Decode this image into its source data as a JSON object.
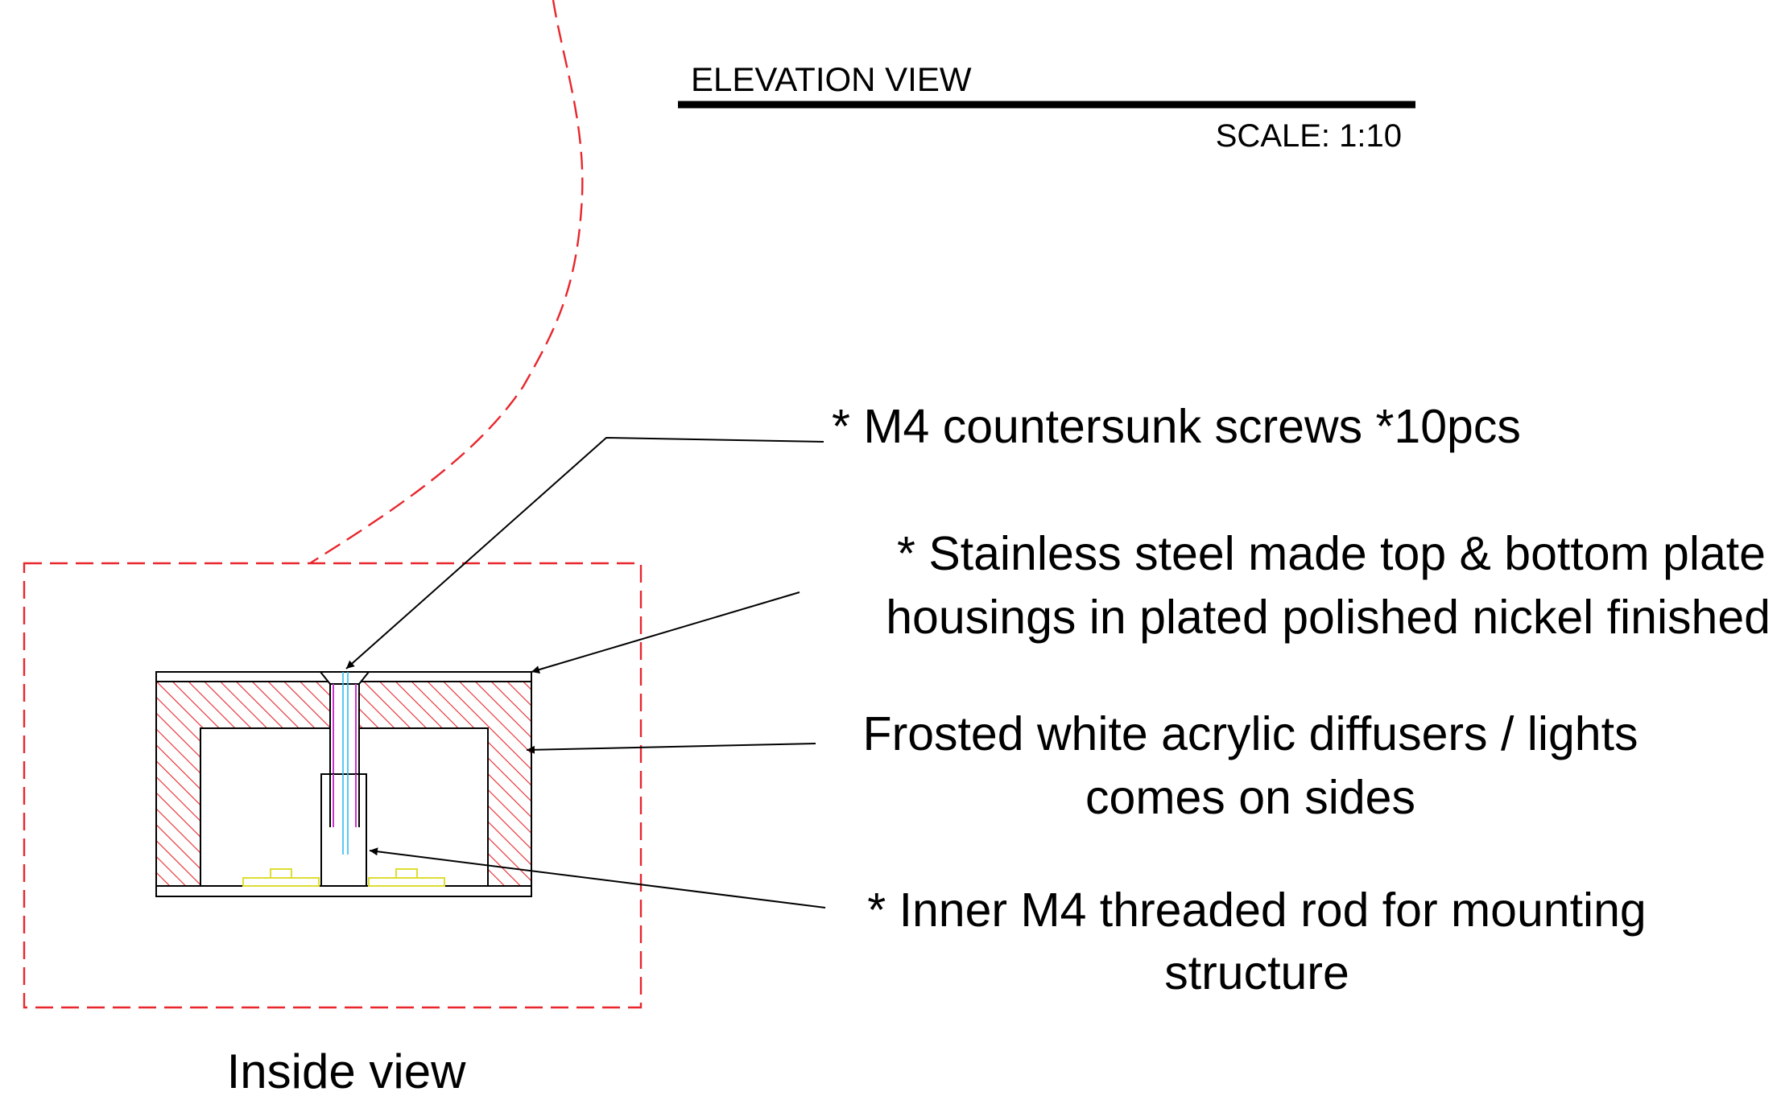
{
  "drawing": {
    "title": "ELEVATION VIEW",
    "scale": "SCALE: 1:10",
    "caption": "Inside view"
  },
  "callouts": {
    "screws": "* M4 countersunk screws *10pcs",
    "plate_line1": "* Stainless steel made top & bottom plate",
    "plate_line2": "housings in plated polished nickel finished",
    "diffuser_line1": "Frosted white acrylic diffusers / lights",
    "diffuser_line2": "comes on sides",
    "rod_line1": "* Inner M4 threaded rod for mounting",
    "rod_line2": "structure"
  },
  "colors": {
    "detail_boundary": "#e8262c",
    "hatch": "#e8262c",
    "screw_body": "#cc33cc",
    "centerline": "#33bbee",
    "led_component": "#dddd33",
    "linework": "#000000"
  }
}
